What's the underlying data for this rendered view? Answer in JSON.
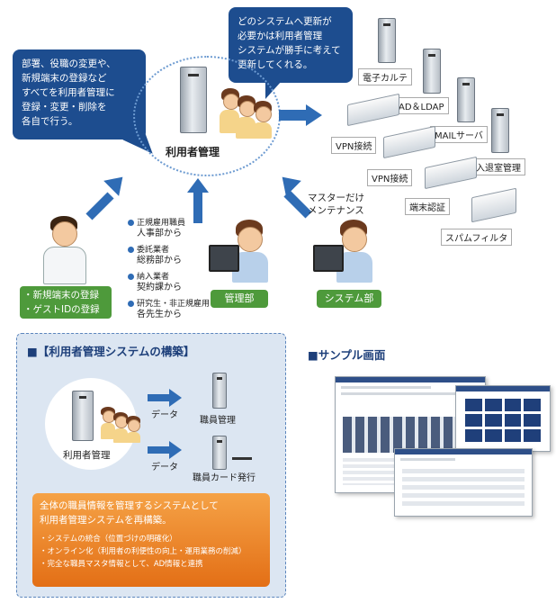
{
  "top_diagram": {
    "bubble_left": {
      "lines": [
        "部署、役職の変更や、",
        "新規端末の登録など",
        "すべてを利用者管理に",
        "登録・変更・削除を",
        "各自で行う。"
      ]
    },
    "bubble_right": {
      "lines": [
        "どのシステムへ更新が",
        "必要かは利用者管理",
        "システムが勝手に考えて",
        "更新してくれる。"
      ]
    },
    "center_label": "利用者管理",
    "systems": [
      "電子カルテ",
      "AD＆LDAP",
      "MAILサーバ",
      "入退室管理",
      "VPN接続",
      "VPN接続",
      "端末認証",
      "スパムフィルタ"
    ],
    "master_note": [
      "マスターだけ",
      "メンテナンス"
    ],
    "left_tags": [
      "・新規端末の登録",
      "・ゲストIDの登録"
    ],
    "sources": [
      {
        "line1": "正規雇用職員",
        "line2": "人事部から"
      },
      {
        "line1": "委託業者",
        "line2": "総務部から"
      },
      {
        "line1": "納入業者",
        "line2": "契約課から"
      },
      {
        "line1": "研究生・非正規雇用",
        "line2": "各先生から"
      }
    ],
    "dept_kanri": "管理部",
    "dept_system": "システム部"
  },
  "bottom_left": {
    "title": "■【利用者管理システムの構築】",
    "center_label": "利用者管理",
    "arrow_label_1": "データ",
    "arrow_label_2": "データ",
    "target_1": "職員管理",
    "target_2": "職員カード発行",
    "summary_lines": [
      "全体の職員情報を管理するシステムとして",
      "利用者管理システムを再構築。"
    ],
    "bullets": [
      "・システムの統合（位置づけの明確化）",
      "・オンライン化（利用者の利便性の向上・運用業務の削減）",
      "・完全な職員マスタ情報として、AD情報と連携"
    ]
  },
  "bottom_right": {
    "title": "■サンプル画面"
  },
  "colors": {
    "bubble": "#1d4d8f",
    "arrow": "#2f6cb5",
    "tag_green": "#4e9a3b",
    "panel": "#dce6f2",
    "orange": "#e36f16"
  }
}
